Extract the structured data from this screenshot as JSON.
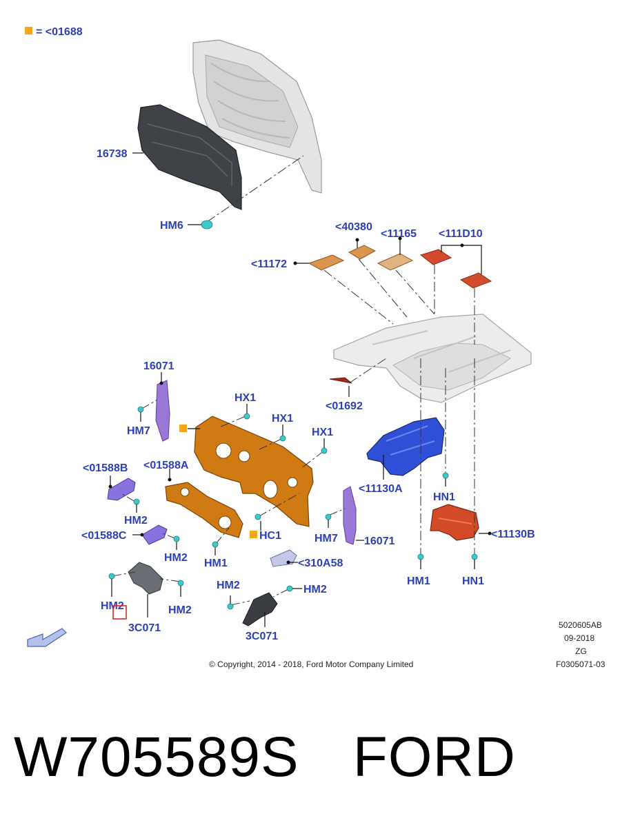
{
  "legend": {
    "marker_color": "#f2a81d",
    "label": "= <01688"
  },
  "callouts": {
    "c16738": "16738",
    "hm6": "HM6",
    "c40380": "<40380",
    "c11165": "<11165",
    "c111d10": "<111D10",
    "c11172": "<11172",
    "c16071_left": "16071",
    "hx1_a": "HX1",
    "hx1_b": "HX1",
    "hx1_c": "HX1",
    "c01692": "<01692",
    "hm7_left": "HM7",
    "c01588b": "<01588B",
    "c01588a": "<01588A",
    "c11130a": "<11130A",
    "hn1_upper": "HN1",
    "hm2_a": "HM2",
    "c01588c": "<01588C",
    "hm2_b": "HM2",
    "hc1": "HC1",
    "hm7_right": "HM7",
    "c16071_right": "16071",
    "c11130b": "<11130B",
    "hm1_left": "HM1",
    "c310a58": "<310A58",
    "hm1_right": "HM1",
    "hn1_lower": "HN1",
    "hm2_c": "HM2",
    "hm2_d": "HM2",
    "hm2_e": "HM2",
    "hm2_f": "HM2",
    "c3c071_left": "3C071",
    "c3c071_right": "3C071"
  },
  "drawing_info": {
    "code": "5020605AB",
    "date": "09-2018",
    "author": "ZG",
    "ref": "F0305071-03"
  },
  "copyright": "© Copyright, 2014 - 2018, Ford Motor Company Limited",
  "caption": {
    "part_number": "W705589S",
    "brand": "FORD"
  },
  "colors": {
    "callout_text": "#2b3fb8",
    "orange_part": "#d07a14",
    "purple_part": "#9a78d8",
    "blue_part": "#2f4fd6",
    "red_part": "#d24a28",
    "fastener": "#3ec8c8",
    "highlight_box": "#e0282a"
  }
}
